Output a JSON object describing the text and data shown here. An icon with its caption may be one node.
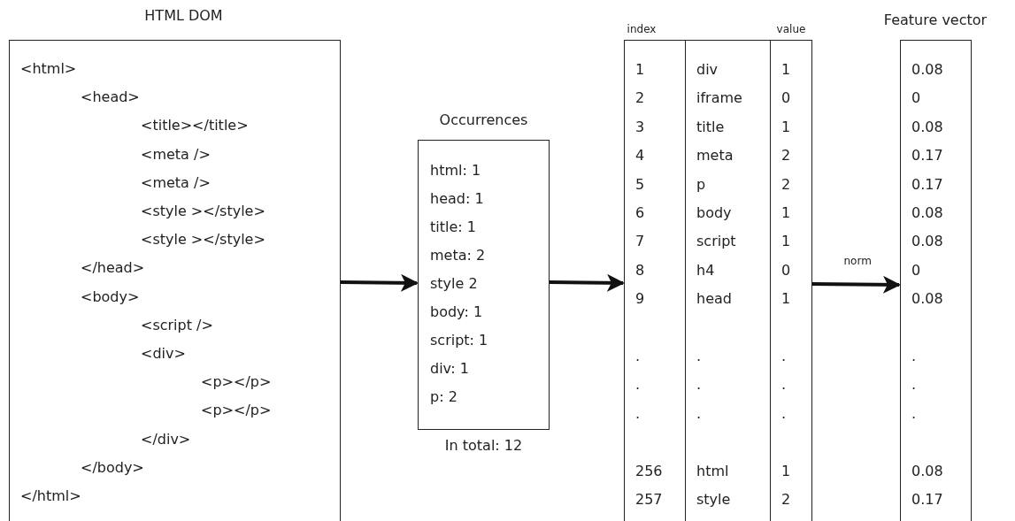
{
  "diagram": {
    "nodes": [
      {
        "text": [
          "HTML DOM",
          "<html>",
          "<head>",
          "<title></title>",
          "<meta />",
          "<meta />",
          "<style ></style>",
          "<style ></style>",
          "</head>",
          "<body>",
          "<script />",
          "<div>",
          "<p></p>",
          "<p></p>",
          "</div>",
          "</body>",
          "</html>"
        ]
      },
      {
        "text": [
          "Occurrences",
          "html: 1",
          "head: 1",
          "title: 1",
          "meta: 2",
          "style 2",
          "body: 1",
          "script: 1",
          "div: 1",
          "p: 2"
        ],
        "beside": [
          "In total: 12"
        ]
      },
      {
        "text": [
          "index",
          "1",
          "2",
          "3",
          "4",
          "5",
          "6",
          "7",
          "8",
          "9",
          ".",
          ".",
          ".",
          "256",
          "257"
        ]
      },
      {
        "text": [
          "div",
          "iframe",
          "title",
          "meta",
          "p",
          "body",
          "script",
          "h4",
          "head",
          ".",
          ".",
          ".",
          "html",
          "style"
        ]
      },
      {
        "text": [
          "value",
          "1",
          "0",
          "1",
          "2",
          "2",
          "1",
          "1",
          "0",
          "1",
          ".",
          ".",
          ".",
          "1",
          "2"
        ]
      },
      {
        "text": [
          "Feature vector",
          "0.08",
          "0",
          "0.08",
          "0.17",
          "0.17",
          "0.08",
          "0.08",
          "0",
          "0.08",
          ".",
          ".",
          ".",
          "0.08",
          "0.17"
        ]
      }
    ],
    "edges": [
      {
        "from": 0,
        "to": 1,
        "arrow": "to"
      },
      {
        "from": 1,
        "to": 2,
        "arrow": "to"
      },
      {
        "from": 4,
        "to": 5,
        "arrow": "to",
        "label": "norm"
      }
    ]
  }
}
